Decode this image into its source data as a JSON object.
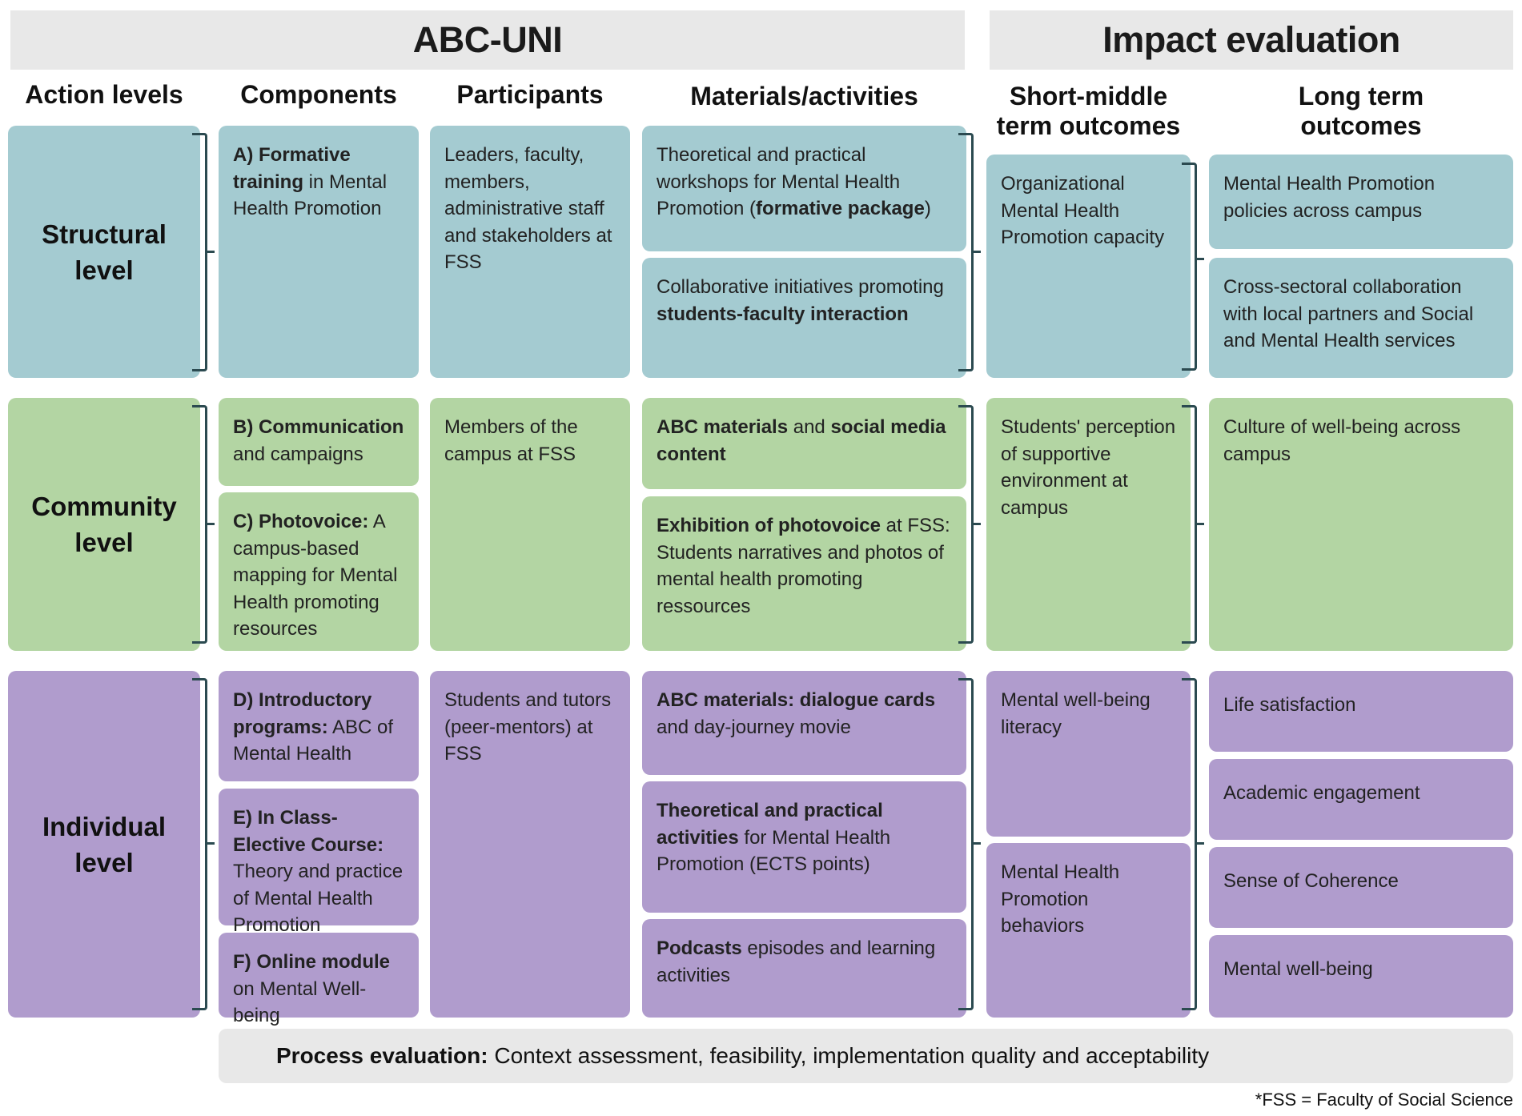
{
  "banners": {
    "abc_uni": "ABC-UNI",
    "impact_evaluation": "Impact evaluation"
  },
  "column_headers": {
    "action_levels": "Action levels",
    "components": "Components",
    "participants": "Participants",
    "materials": "Materials/activities",
    "short_middle": [
      "Short-middle",
      "term outcomes"
    ],
    "long_term": [
      "Long term",
      "outcomes"
    ]
  },
  "levels": {
    "structural": [
      "Structural",
      "level"
    ],
    "community": [
      "Community",
      "level"
    ],
    "individual": [
      "Individual",
      "level"
    ]
  },
  "structural": {
    "component_a": {
      "bold": "A) Formative training",
      "rest": " in Mental Health Promotion"
    },
    "participants": "Leaders, faculty, members, administrative staff and stakeholders at FSS",
    "material_1": {
      "pre": "Theoretical and practical workshops for Mental Health Promotion (",
      "bold": "formative package",
      "post": ")"
    },
    "material_2": {
      "pre": "Collaborative initiatives promoting ",
      "bold": "students-faculty interaction"
    },
    "short_outcome": "Organizational Mental Health Promotion capacity",
    "long_outcome_1": "Mental Health Promotion policies across campus",
    "long_outcome_2": "Cross-sectoral collaboration with local partners and Social and Mental Health services"
  },
  "community": {
    "component_b": {
      "bold": "B) Communication",
      "rest": " and campaigns"
    },
    "component_c": {
      "bold": "C) Photovoice:",
      "rest": " A campus-based mapping for Mental Health promoting resources"
    },
    "participants": "Members of the campus at FSS",
    "material_1": {
      "bold1": "ABC materials",
      "mid": " and ",
      "bold2": "social media content"
    },
    "material_2": {
      "bold": "Exhibition of photovoice",
      "rest": " at FSS: Students narratives and photos of mental health promoting ressources"
    },
    "short_outcome": "Students' perception of supportive environment at campus",
    "long_outcome": "Culture of well-being across campus"
  },
  "individual": {
    "component_d": {
      "bold": "D) Introductory programs:",
      "rest": " ABC of Mental Health"
    },
    "component_e": {
      "bold": "E) In Class-Elective Course:",
      "rest": " Theory and practice of Mental Health Promotion"
    },
    "component_f": {
      "bold": "F) Online module",
      "rest": " on Mental Well-being"
    },
    "participants": "Students and tutors (peer-mentors) at FSS",
    "material_1": {
      "bold": "ABC materials: dialogue cards",
      "rest": " and day-journey movie"
    },
    "material_2": {
      "bold": "Theoretical and practical activities",
      "rest": " for Mental Health Promotion (ECTS points)"
    },
    "material_3": {
      "bold": "Podcasts",
      "rest": " episodes and learning activities"
    },
    "short_outcome_1": "Mental well-being literacy",
    "short_outcome_2": "Mental Health Promotion behaviors",
    "long_outcomes": [
      "Life satisfaction",
      "Academic engagement",
      "Sense of Coherence",
      "Mental well-being"
    ]
  },
  "process": {
    "bold": "Process evaluation:",
    "rest": " Context assessment, feasibility, implementation quality and acceptability"
  },
  "footnote": "*FSS = Faculty of Social Science",
  "colors": {
    "teal": "#a4cbd1",
    "green": "#b3d5a3",
    "purple": "#b09ccd",
    "banner": "#e8e8e8",
    "bracket": "#2b4a50"
  }
}
